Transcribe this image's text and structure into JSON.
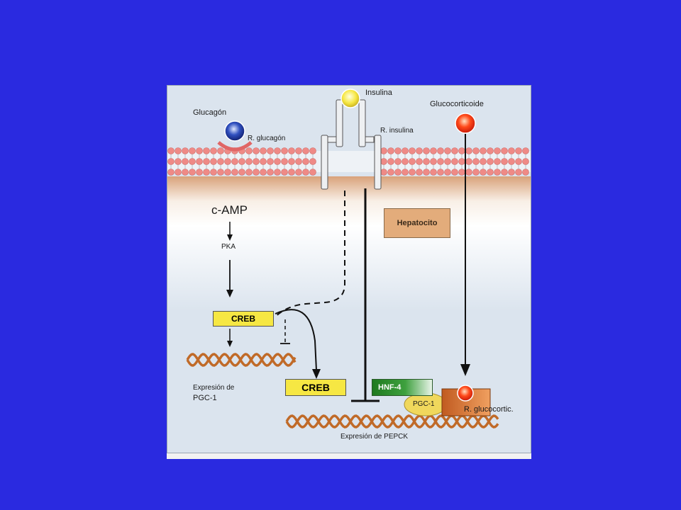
{
  "diagram": {
    "labels": {
      "insulin": "Insulina",
      "insulin_receptor": "R. insulina",
      "glucagon": "Glucagón",
      "glucagon_receptor": "R. glucagón",
      "glucocorticoid": "Glucocorticoide",
      "camp": "c-AMP",
      "pka": "PKA",
      "hepatocyte": "Hepatocito",
      "creb_1": "CREB",
      "creb_2": "CREB",
      "hnf4": "HNF-4",
      "pgc1_factor": "PGC-1",
      "glucocorticoid_receptor": "R. glucocortic.",
      "pgc1_expression": "Expresión de",
      "pgc1_expression_gene": "PGC-1",
      "pepck_expression": "Expresión de PEPCK"
    },
    "colors": {
      "background": "#2a2ae0",
      "panel": "#dbe4ee",
      "membrane_bead": "#ef8a86",
      "dna": "#c06a28",
      "creb": "#f6e743",
      "hnf4": "#2e8b2e",
      "pgc1": "#f0d85c",
      "receptor_glucocorticoid": "#e07a3a"
    }
  }
}
